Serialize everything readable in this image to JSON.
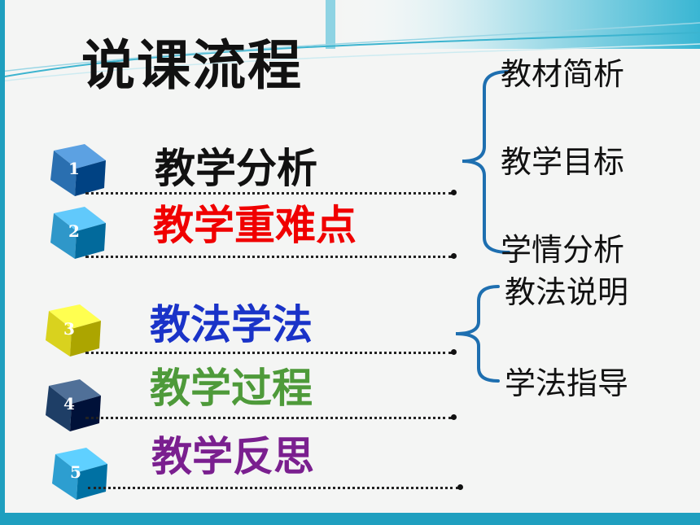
{
  "title": "说课流程",
  "items": [
    {
      "num": "1",
      "label": "教学分析",
      "color": "#111111",
      "cube_color": "#2a6fb0"
    },
    {
      "num": "2",
      "label": "教学重难点",
      "color": "#f00000",
      "cube_color": "#2f97c9"
    },
    {
      "num": "3",
      "label": "教法学法",
      "color": "#1a33c8",
      "cube_color": "#d9d21e"
    },
    {
      "num": "4",
      "label": "教学过程",
      "color": "#4e9a3a",
      "cube_color": "#1e3e66"
    },
    {
      "num": "5",
      "label": "教学反思",
      "color": "#7a1f8f",
      "cube_color": "#2d9ed0"
    }
  ],
  "groups": [
    {
      "subs": [
        "教材简析",
        "教学目标",
        "学情分析"
      ]
    },
    {
      "subs": [
        "教法说明",
        "学法指导"
      ]
    }
  ],
  "colors": {
    "accent": "#1f9fbf",
    "brace": "#1e6fb0"
  }
}
